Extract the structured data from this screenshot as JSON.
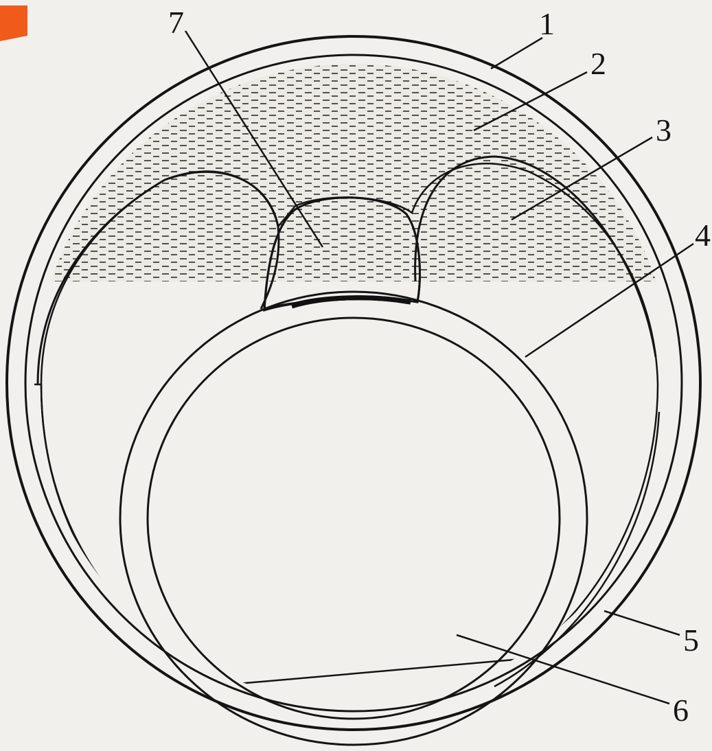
{
  "diagram": {
    "labels": [
      {
        "id": "1",
        "text": "1"
      },
      {
        "id": "2",
        "text": "2"
      },
      {
        "id": "3",
        "text": "3"
      },
      {
        "id": "4",
        "text": "4"
      },
      {
        "id": "5",
        "text": "5"
      },
      {
        "id": "6",
        "text": "6"
      },
      {
        "id": "7",
        "text": "7"
      }
    ],
    "colors": {
      "background": "#f1f0ec",
      "ink": "#141414",
      "corner_tab": "#f05a1a"
    }
  }
}
